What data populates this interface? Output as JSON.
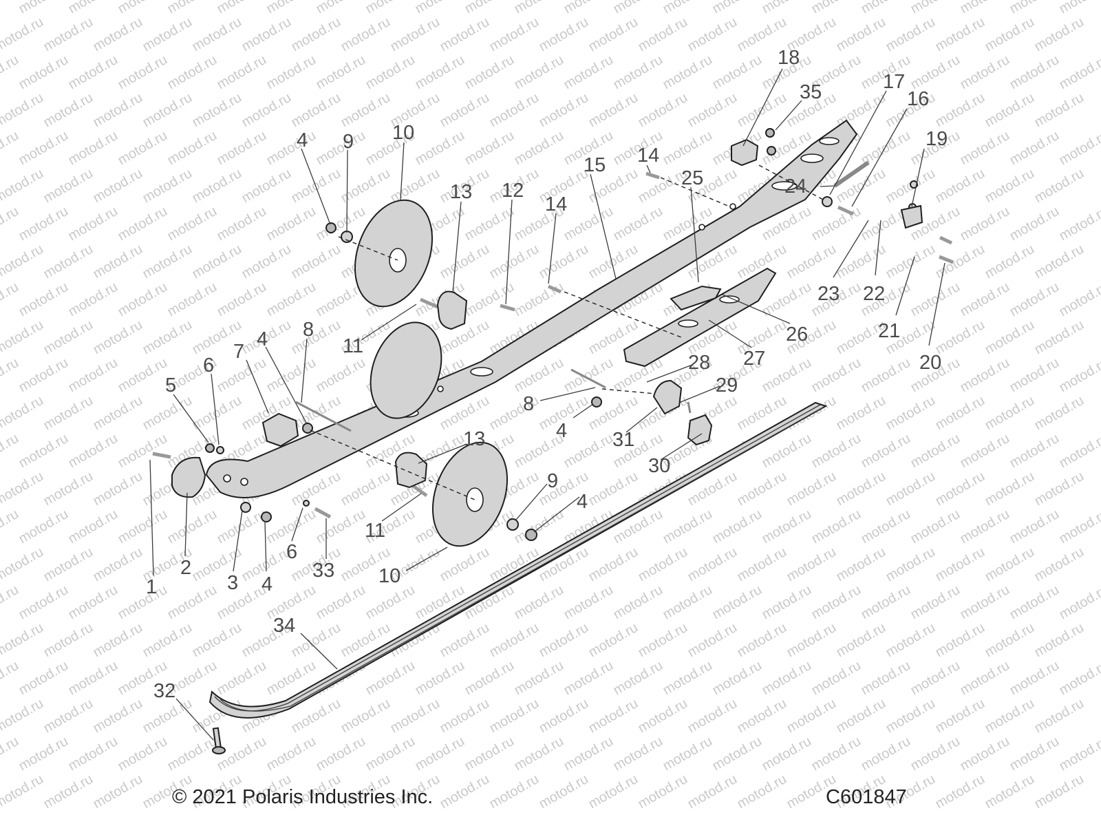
{
  "watermark": "motod.ru",
  "callouts": [
    "1",
    "2",
    "3",
    "4",
    "5",
    "6",
    "7",
    "8",
    "9",
    "10",
    "11",
    "12",
    "13",
    "14",
    "15",
    "16",
    "17",
    "18",
    "19",
    "20",
    "21",
    "22",
    "23",
    "24",
    "25",
    "26",
    "27",
    "28",
    "29",
    "30",
    "31",
    "32",
    "33",
    "34",
    "35"
  ],
  "footer": {
    "copyright": "© 2021 Polaris Industries Inc.",
    "code": "C601847"
  }
}
